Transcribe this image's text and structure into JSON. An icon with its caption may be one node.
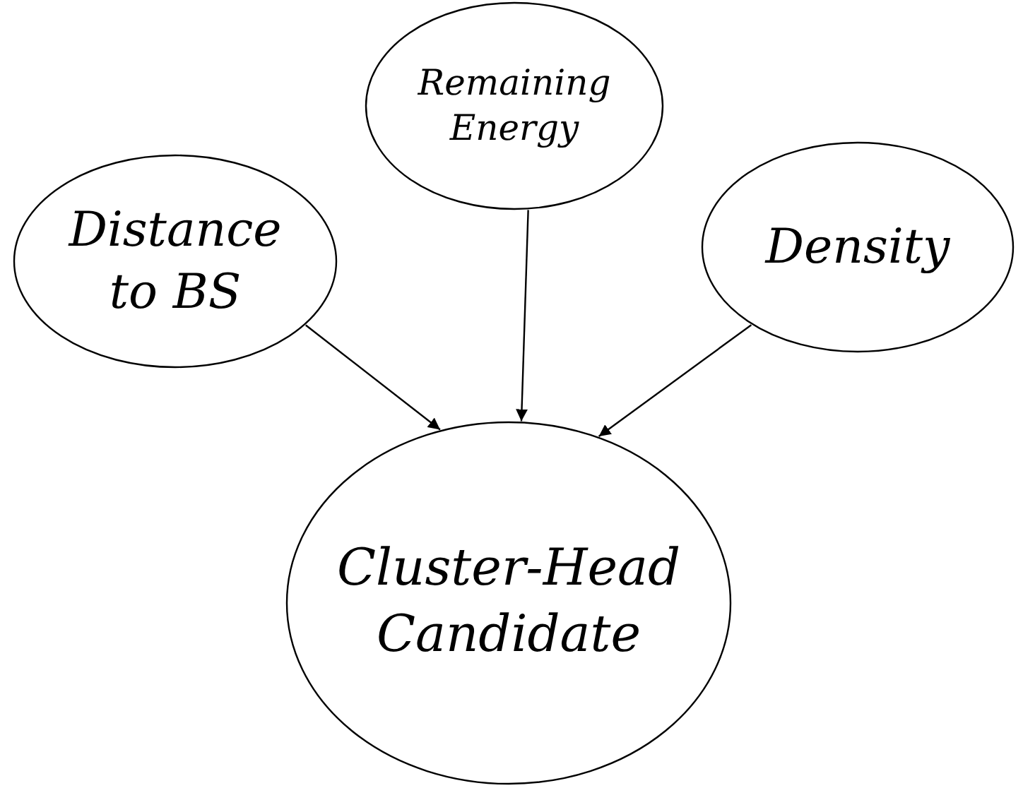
{
  "diagram": {
    "nodes": [
      {
        "text": [
          "Distance to BS"
        ]
      },
      {
        "text": [
          "Remaining Energy"
        ]
      },
      {
        "text": [
          "Density"
        ]
      },
      {
        "text": [
          "Cluster-Head Candidate"
        ]
      }
    ],
    "edges": [
      {
        "from": 0,
        "to": 3,
        "arrow": "to"
      },
      {
        "from": 1,
        "to": 3,
        "arrow": "to"
      },
      {
        "from": 2,
        "to": 3,
        "arrow": "to"
      }
    ]
  }
}
